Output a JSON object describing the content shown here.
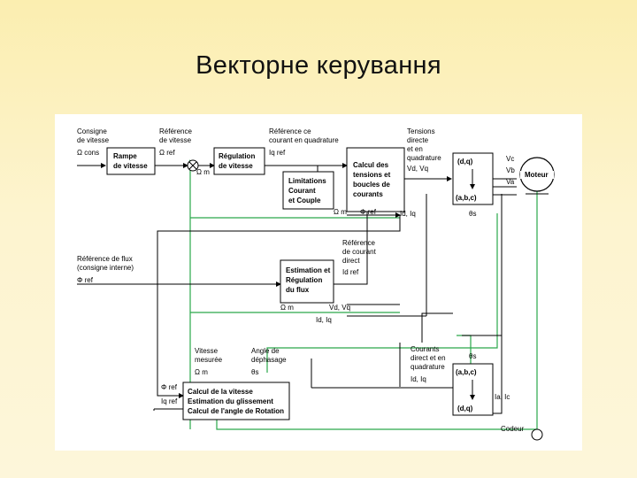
{
  "slide": {
    "title": "Векторне керування"
  },
  "labels": {
    "consigne": [
      "Consigne",
      "de vitesse",
      "Ω cons"
    ],
    "ref_vitesse": [
      "Référence",
      "de vitesse",
      "Ω ref"
    ],
    "ref_courant_q": [
      "Référence ce",
      "courant en quadrature",
      "Iq ref"
    ],
    "tensions": [
      "Tensions",
      "directe",
      "et en",
      "quadrature",
      "Vd, Vq"
    ],
    "ref_flux": [
      "Référence de flux",
      "(consigne interne)",
      "Φ ref"
    ],
    "ref_courant_d": [
      "Référence",
      "de courant",
      "direct",
      "Id ref"
    ],
    "omega_m": "Ω m",
    "phi_ref": "Φ ref",
    "id_iq": "Id, Iq",
    "vd_vq": "Vd, Vq",
    "theta_s": "θs",
    "vitesse_mesuree": [
      "Vitesse",
      "mesurée",
      "Ω m"
    ],
    "angle_dephasage": [
      "Angle de",
      "déphasage",
      "θs"
    ],
    "courants": [
      "Courants",
      "direct et en",
      "quadrature",
      "Id, Iq"
    ],
    "ia_ic": "Ia, Ic",
    "iq_ref": "Iq ref",
    "codeur": "Codeur",
    "phases": [
      "Vc",
      "Vb",
      "Va"
    ]
  },
  "blocks": {
    "rampe": [
      "Rampe",
      "de vitesse"
    ],
    "regulation": [
      "Régulation",
      "de vitesse"
    ],
    "limitations": [
      "Limitations",
      "Courant",
      "et Couple"
    ],
    "calcul_tensions": [
      "Calcul des",
      "tensions et",
      "boucles de",
      "courants"
    ],
    "dq_abc_top": [
      "(d,q)",
      "(a,b,c)"
    ],
    "moteur": "Moteur",
    "estimation_flux": [
      "Estimation et",
      "Régulation",
      "du flux"
    ],
    "abc_dq_bottom": [
      "(a,b,c)",
      "(d,q)"
    ],
    "calcul_vitesse": [
      "Calcul de la vitesse",
      "Estimation du glissement",
      "Calcul de l'angle de Rotation"
    ]
  },
  "colors": {
    "feedback": "#2aa84a",
    "signal": "#000000",
    "panel": "#ffffff"
  }
}
